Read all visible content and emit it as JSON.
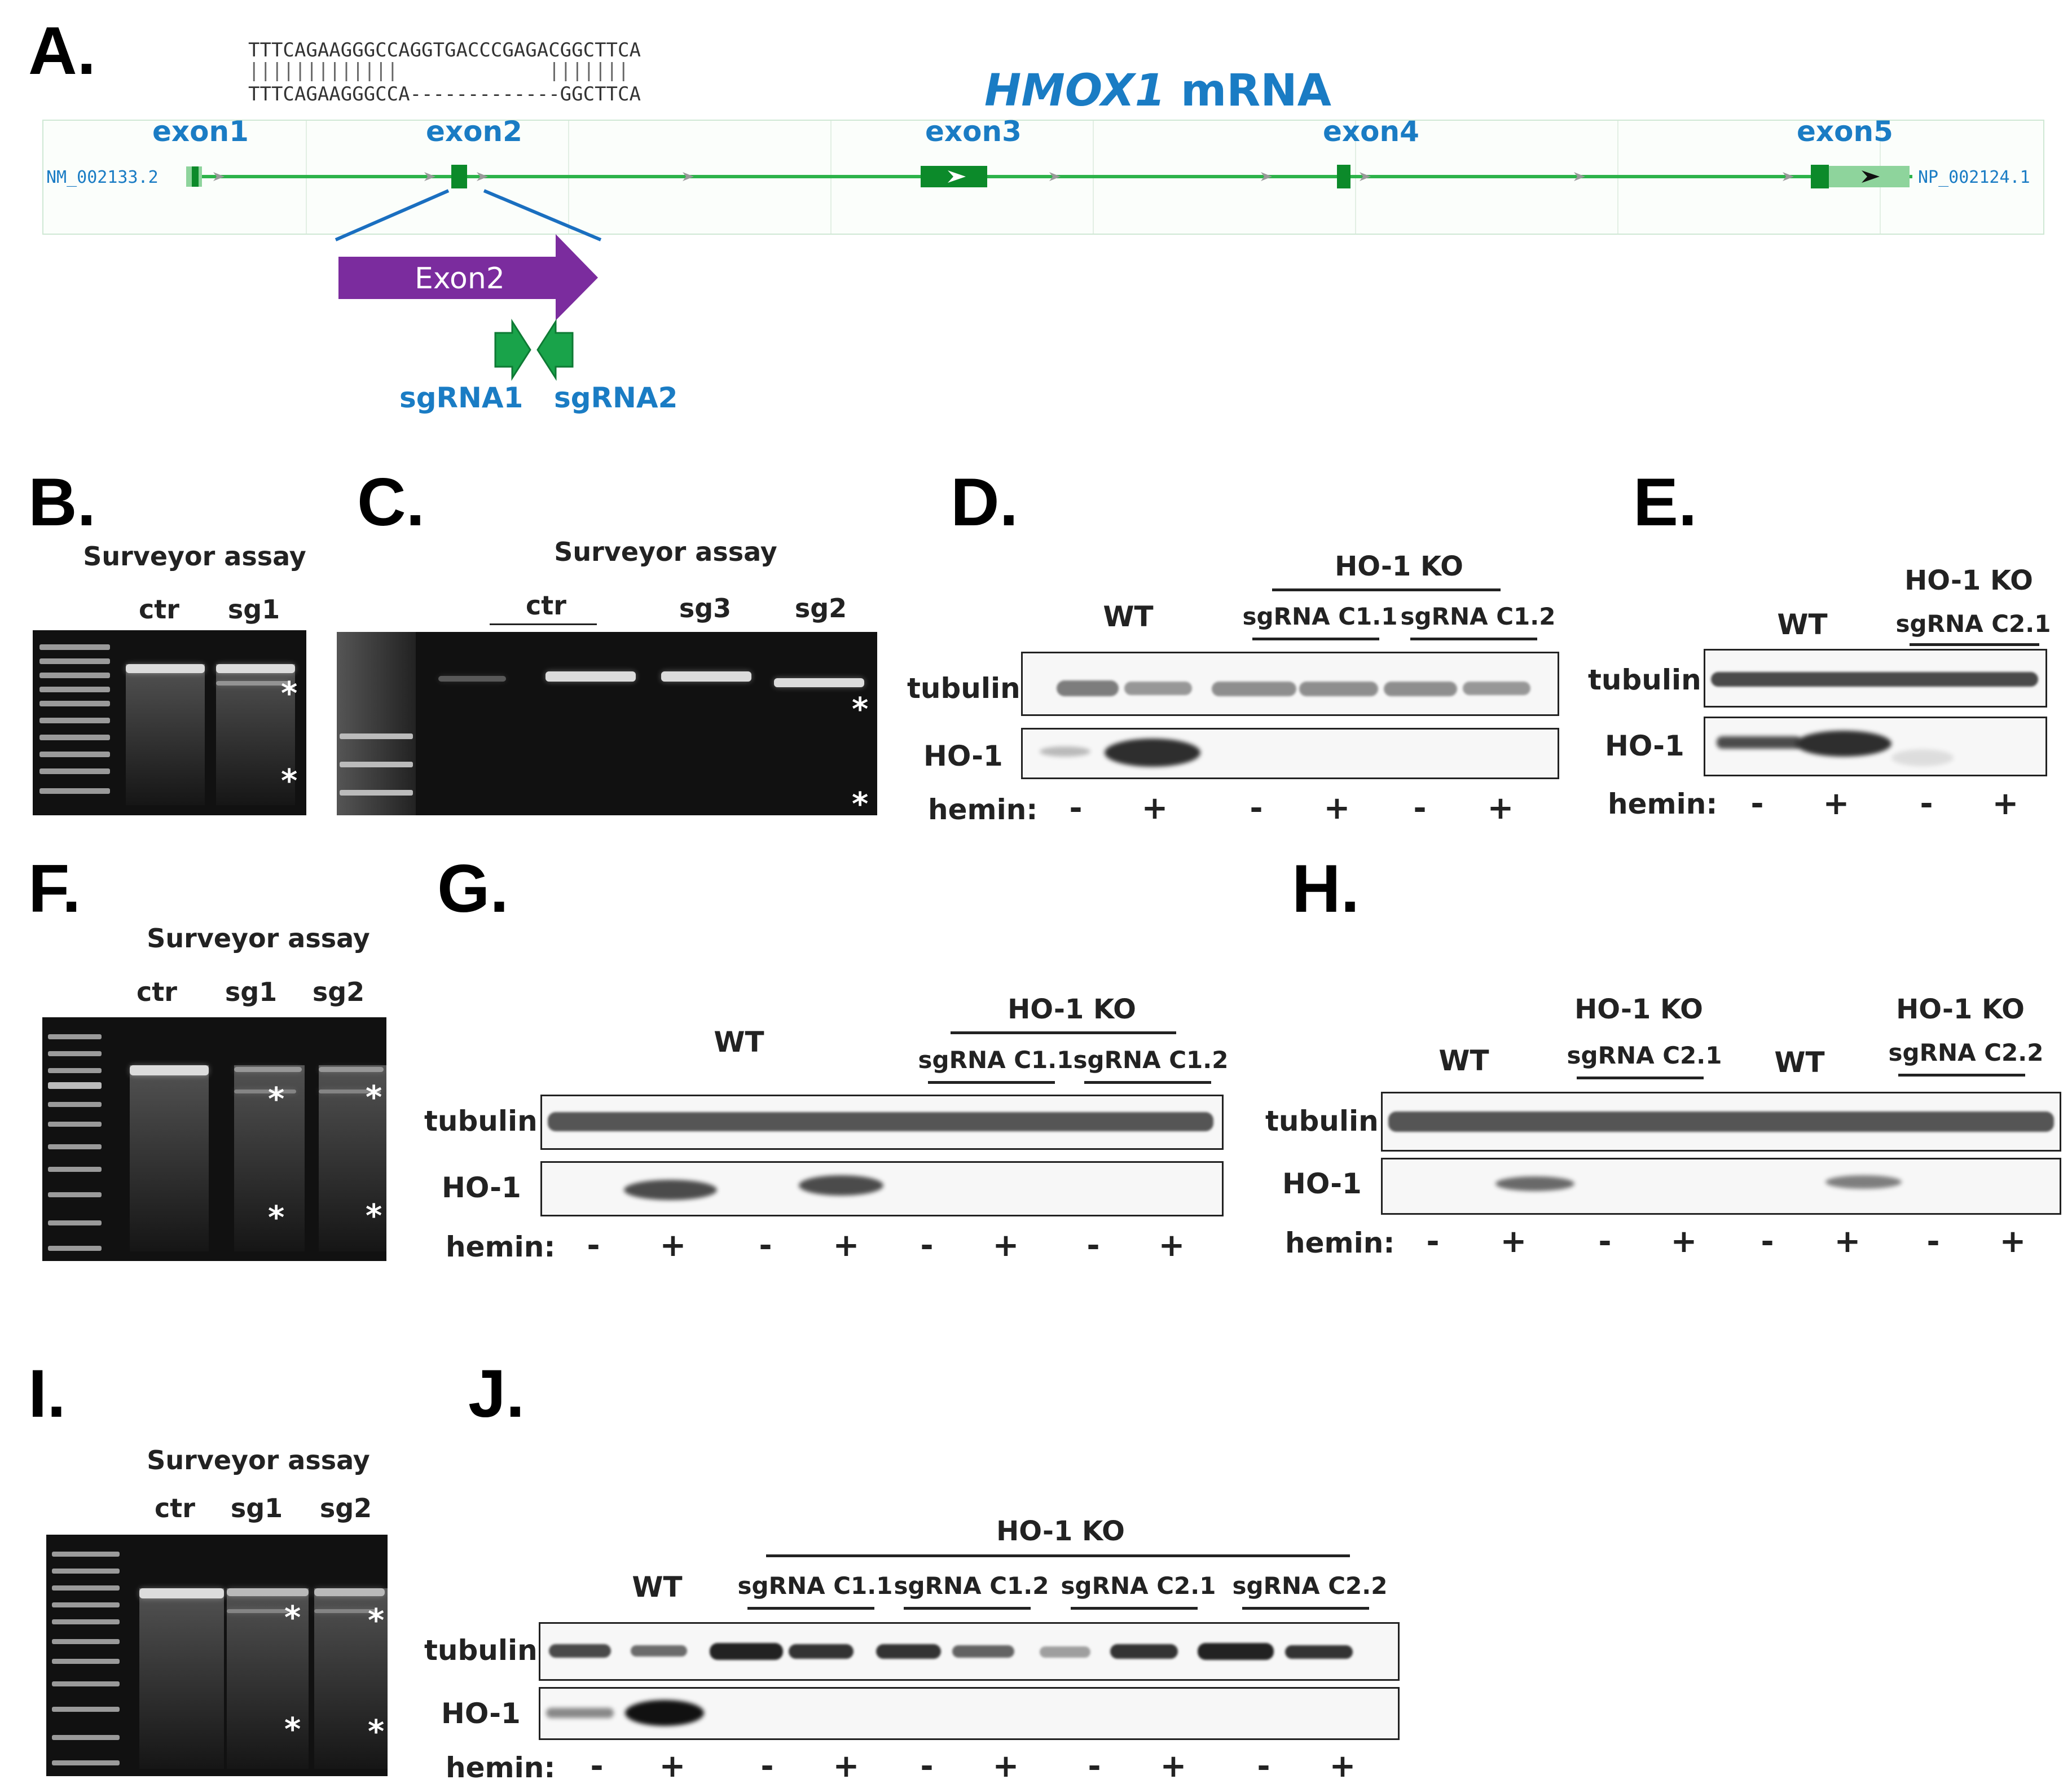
{
  "panel_labels": {
    "A": "A.",
    "B": "B.",
    "C": "C.",
    "D": "D.",
    "E": "E.",
    "F": "F.",
    "G": "G.",
    "H": "H.",
    "I": "I.",
    "J": "J."
  },
  "panel_a": {
    "title_gene": "HMOX1",
    "title_rest": " mRNA",
    "seq_top": "TTTCAGAAGGGCCAGGTGACCCGAGACGGCTTCA",
    "seq_bars": "|||||||||||||             |||||||",
    "seq_bottom": "TTTCAGAAGGGCCA-------------GGCTTCA",
    "exons": [
      "exon1",
      "exon2",
      "exon3",
      "exon4",
      "exon5"
    ],
    "accession_left": "NM_002133.2",
    "accession_right": "NP_002124.1",
    "exon2_box": "Exon2",
    "sgrna1": "sgRNA1",
    "sgrna2": "sgRNA2"
  },
  "surveyor": "Surveyor assay",
  "lanes": {
    "ctr": "ctr",
    "sg1": "sg1",
    "sg2": "sg2",
    "sg3": "sg3"
  },
  "star": "*",
  "blot": {
    "tubulin": "tubulin",
    "ho1": "HO-1",
    "hemin": "hemin:",
    "minus": "-",
    "plus": "+",
    "wt": "WT",
    "ko": "HO-1 KO",
    "c11": "sgRNA C1.1",
    "c12": "sgRNA C1.2",
    "c21": "sgRNA C2.1",
    "c22": "sgRNA C2.2"
  },
  "colors": {
    "gene_line": "#2db34a",
    "exon": "#0c8a2a",
    "label_blue": "#1a7cc4",
    "exon2_arrow": "#7b2c9e",
    "sgrna_arrow": "#19a34a"
  }
}
